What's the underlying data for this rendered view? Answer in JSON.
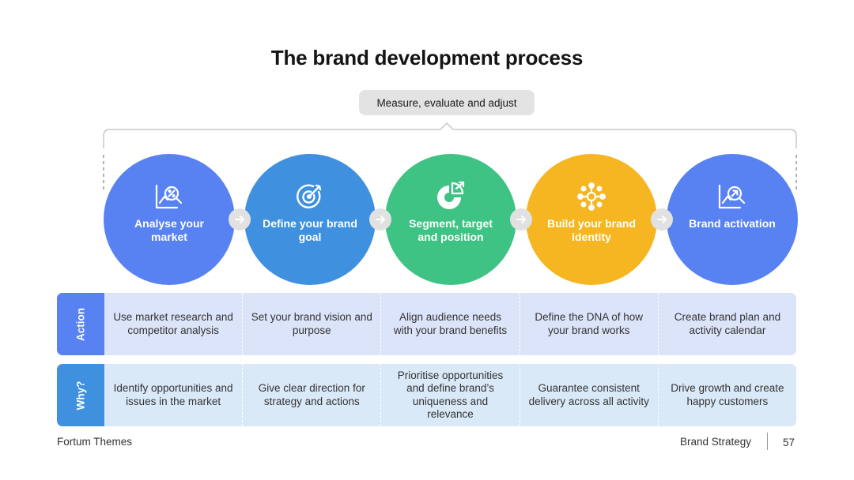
{
  "title": "The brand development process",
  "measure_label": "Measure, evaluate and adjust",
  "steps": [
    {
      "label": "Analyse your market",
      "icon": "market-analysis-icon",
      "color": "#5881F2"
    },
    {
      "label": "Define your brand goal",
      "icon": "target-goal-icon",
      "color": "#3F91E0"
    },
    {
      "label": "Segment, target and position",
      "icon": "pie-segment-icon",
      "color": "#3EC384"
    },
    {
      "label": "Build your brand identity",
      "icon": "network-identity-icon",
      "color": "#F5B621"
    },
    {
      "label": "Brand activation",
      "icon": "growth-chart-icon",
      "color": "#5881F2"
    }
  ],
  "action_row": {
    "label": "Action",
    "color": "#5881F2",
    "bg": "#DCE4FA",
    "cells": [
      "Use market research and competitor analysis",
      "Set your brand vision and purpose",
      "Align audience needs with your brand benefits",
      "Define the DNA of how your brand works",
      "Create brand plan and activity calendar"
    ]
  },
  "why_row": {
    "label": "Why?",
    "color": "#3F91E0",
    "bg": "#DAE9F8",
    "cells": [
      "Identify opportunities and issues in the market",
      "Give clear direction for strategy and actions",
      "Prioritise opportunities and define brand’s uniqueness and relevance",
      "Guarantee consistent delivery across all activity",
      "Drive growth and create happy customers"
    ]
  },
  "footer": {
    "left": "Fortum Themes",
    "right": "Brand Strategy",
    "page": "57"
  }
}
